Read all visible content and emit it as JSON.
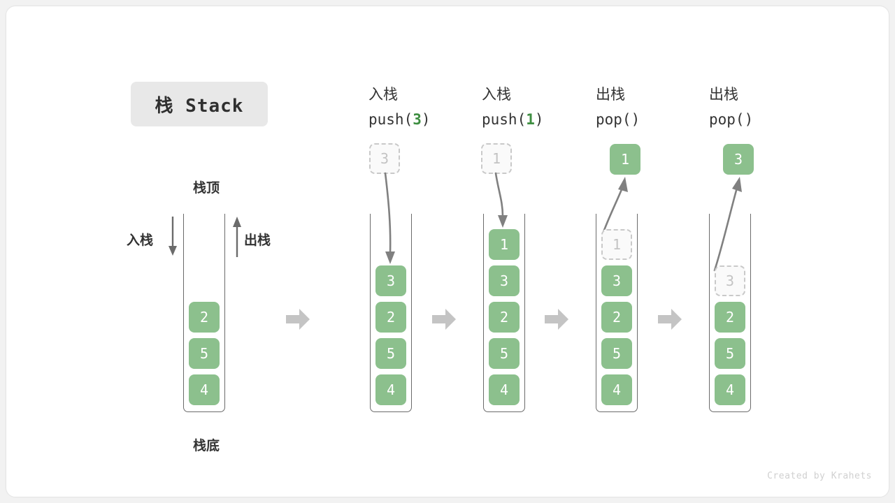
{
  "title": {
    "badge": "栈 Stack"
  },
  "left_panel": {
    "top_label": "栈顶",
    "bottom_label": "栈底",
    "push_label": "入栈",
    "pop_label": "出栈",
    "cells": [
      "2",
      "5",
      "4"
    ]
  },
  "flow_arrow_icon": "right-block-arrow",
  "columns": [
    {
      "op_cn": "入栈",
      "op_code_prefix": "push(",
      "op_code_arg": "3",
      "op_code_suffix": ")",
      "ghost_above": "3",
      "cells": [
        "3",
        "2",
        "5",
        "4"
      ],
      "ghost_in_stack": null,
      "popped_cell": null
    },
    {
      "op_cn": "入栈",
      "op_code_prefix": "push(",
      "op_code_arg": "1",
      "op_code_suffix": ")",
      "ghost_above": "1",
      "cells": [
        "1",
        "3",
        "2",
        "5",
        "4"
      ],
      "ghost_in_stack": null,
      "popped_cell": null
    },
    {
      "op_cn": "出栈",
      "op_code_prefix": "pop(",
      "op_code_arg": "",
      "op_code_suffix": ")",
      "ghost_above": null,
      "cells": [
        "3",
        "2",
        "5",
        "4"
      ],
      "ghost_in_stack": "1",
      "popped_cell": "1"
    },
    {
      "op_cn": "出栈",
      "op_code_prefix": "pop(",
      "op_code_arg": "",
      "op_code_suffix": ")",
      "ghost_above": null,
      "cells": [
        "2",
        "5",
        "4"
      ],
      "ghost_in_stack": "3",
      "popped_cell": "3"
    }
  ],
  "colors": {
    "cell_green": "#8cc08d",
    "accent_green": "#3e8e41",
    "stroke_gray": "#6b6b6b",
    "ghost_gray": "#c9c9c9",
    "flow_arrow_gray": "#c4c4c4"
  },
  "credit": "Created by Krahets"
}
